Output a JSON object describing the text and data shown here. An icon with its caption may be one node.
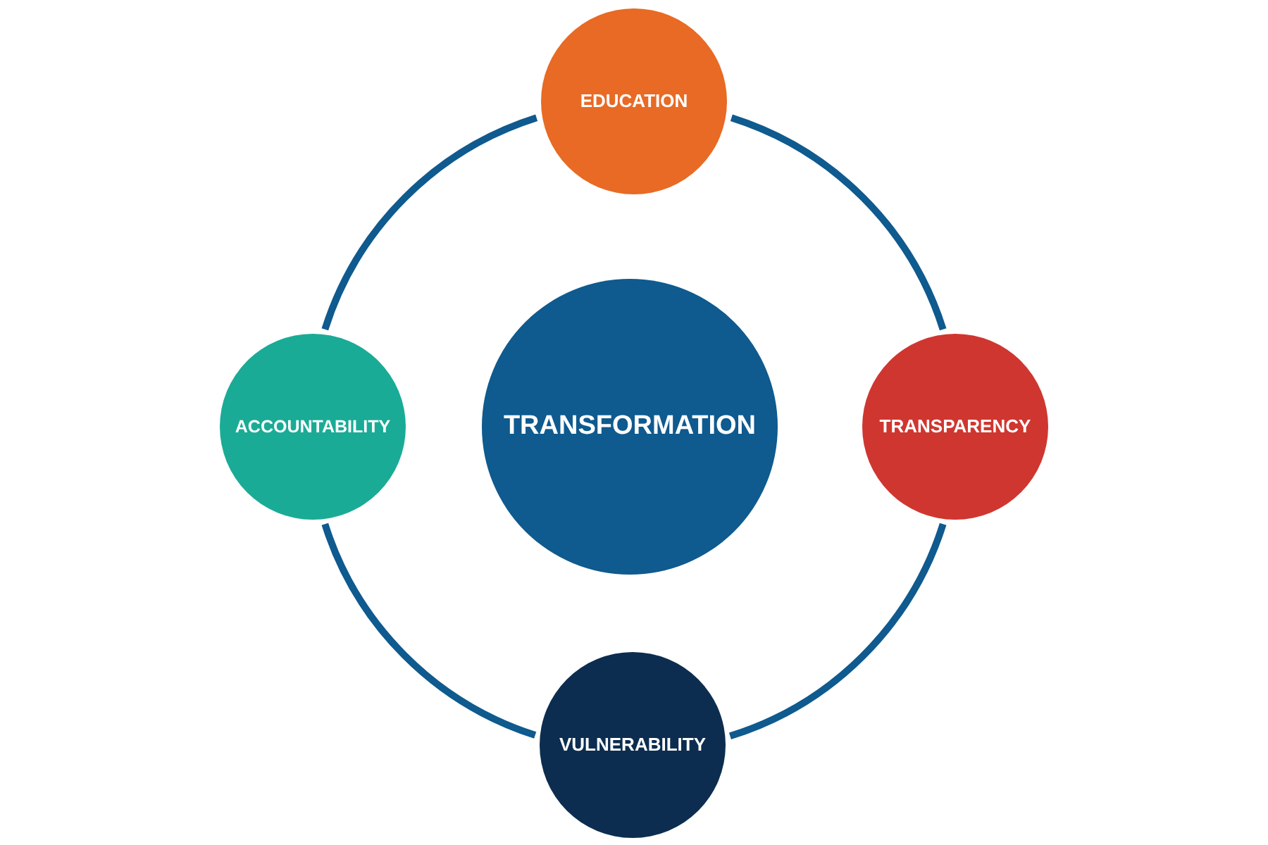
{
  "diagram": {
    "nodes": [
      {
        "text": [
          "EDUCATION"
        ]
      },
      {
        "text": [
          "ACCOUNTABILITY"
        ]
      },
      {
        "text": [
          "TRANSFORMATION"
        ]
      },
      {
        "text": [
          "TRANSPARENCY"
        ]
      },
      {
        "text": [
          "VULNERABILITY"
        ]
      }
    ],
    "edges": [
      {
        "from": 0,
        "to": 3,
        "arrow": "none"
      },
      {
        "from": 3,
        "to": 4,
        "arrow": "none"
      },
      {
        "from": 4,
        "to": 1,
        "arrow": "none"
      },
      {
        "from": 1,
        "to": 0,
        "arrow": "none"
      }
    ]
  }
}
